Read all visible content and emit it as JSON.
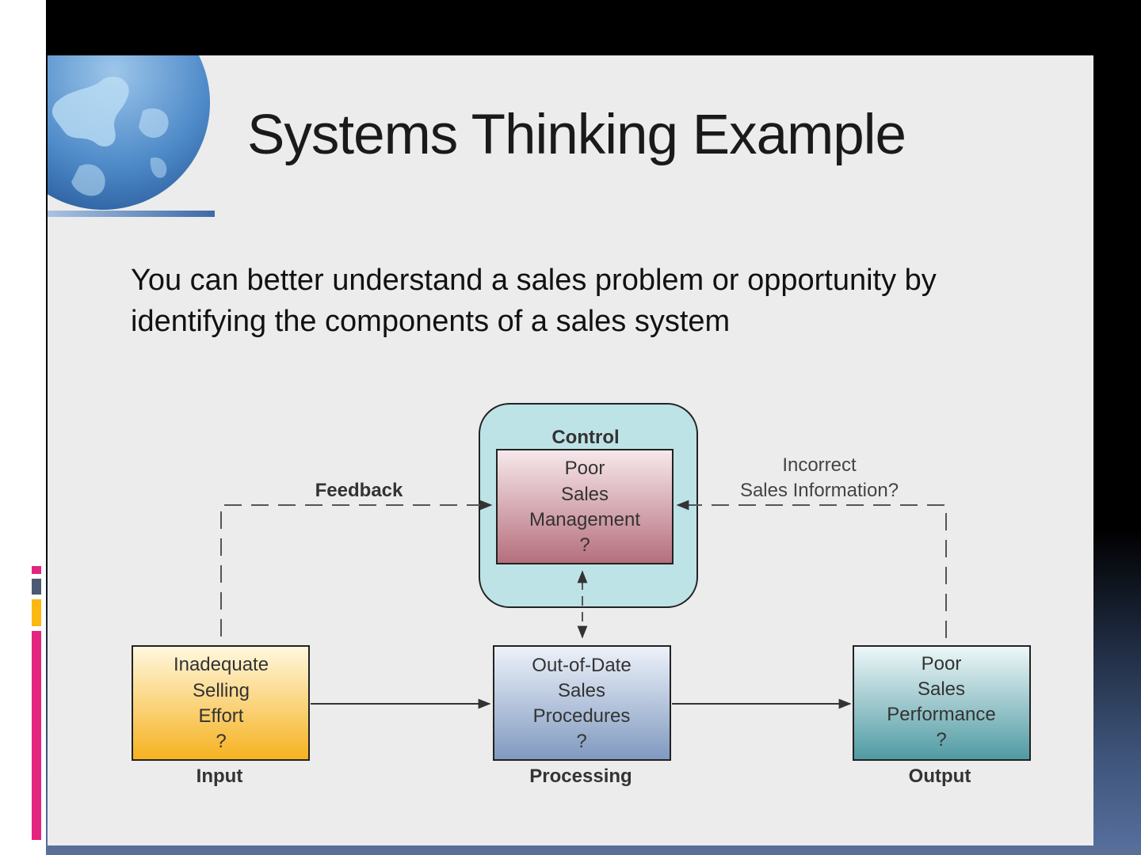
{
  "slide": {
    "title": "Systems Thinking Example",
    "subtitle": "You can better understand a sales problem or opportunity by identifying the components of a sales system"
  },
  "diagram": {
    "control_label": "Control",
    "control_box": [
      "Poor",
      "Sales",
      "Management",
      "?"
    ],
    "feedback_label": "Feedback",
    "info_label": [
      "Incorrect",
      "Sales Information?"
    ],
    "input_box": [
      "Inadequate",
      "Selling",
      "Effort",
      "?"
    ],
    "input_label": "Input",
    "processing_box": [
      "Out-of-Date",
      "Sales",
      "Procedures",
      "?"
    ],
    "processing_label": "Processing",
    "output_box": [
      "Poor",
      "Sales",
      "Performance",
      "?"
    ],
    "output_label": "Output"
  },
  "colors": {
    "control_region": "#bde3e6",
    "control_box_top": "#f7e9ec",
    "control_box_bottom": "#b56e7c",
    "input_top": "#fff8df",
    "input_bottom": "#f6b21f",
    "processing_top": "#eef2fa",
    "processing_bottom": "#7f99bf",
    "output_top": "#eef7f8",
    "output_bottom": "#4f9aa3",
    "swatch_magenta": "#e3257f",
    "swatch_orange": "#fbb813",
    "swatch_slate": "#4b5a72"
  }
}
